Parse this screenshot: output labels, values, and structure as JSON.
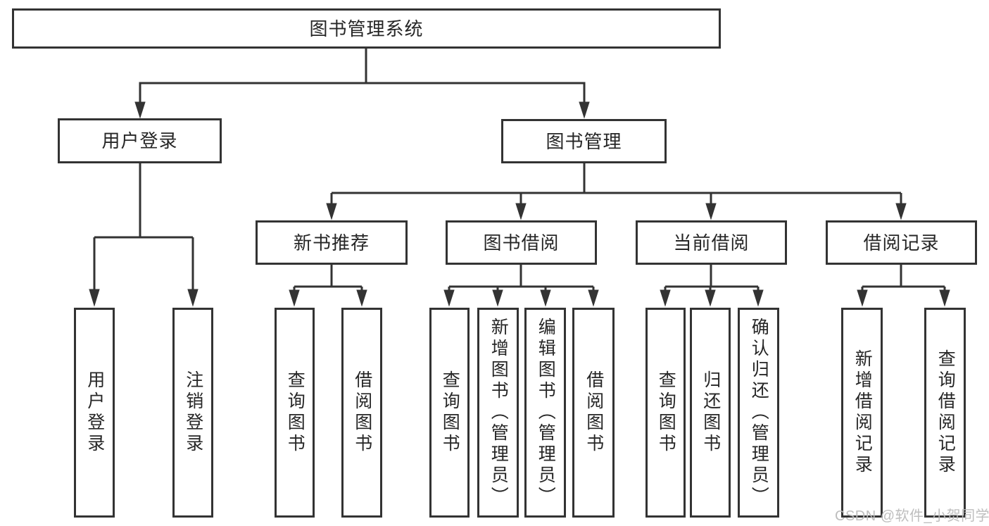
{
  "colors": {
    "line": "#333333",
    "box_border": "#333333",
    "box_fill": "#ffffff",
    "text": "#262626",
    "watermark": "#bababa",
    "background": "#ffffff"
  },
  "tree": {
    "root": {
      "label": "图书管理系统",
      "children": [
        {
          "label": "用户登录",
          "children": [
            {
              "label": "用户登录"
            },
            {
              "label": "注销登录"
            }
          ]
        },
        {
          "label": "图书管理",
          "children": [
            {
              "label": "新书推荐",
              "children": [
                {
                  "label": "查询图书"
                },
                {
                  "label": "借阅图书"
                }
              ]
            },
            {
              "label": "图书借阅",
              "children": [
                {
                  "label": "查询图书"
                },
                {
                  "label": "新增图书（管理员）"
                },
                {
                  "label": "编辑图书（管理员）"
                },
                {
                  "label": "借阅图书"
                }
              ]
            },
            {
              "label": "当前借阅",
              "children": [
                {
                  "label": "查询图书"
                },
                {
                  "label": "归还图书"
                },
                {
                  "label": "确认归还（管理员）"
                }
              ]
            },
            {
              "label": "借阅记录",
              "children": [
                {
                  "label": "新增借阅记录"
                },
                {
                  "label": "查询借阅记录"
                }
              ]
            }
          ]
        }
      ]
    }
  },
  "watermark": {
    "text": "CSDN @软件_小贺同学"
  }
}
